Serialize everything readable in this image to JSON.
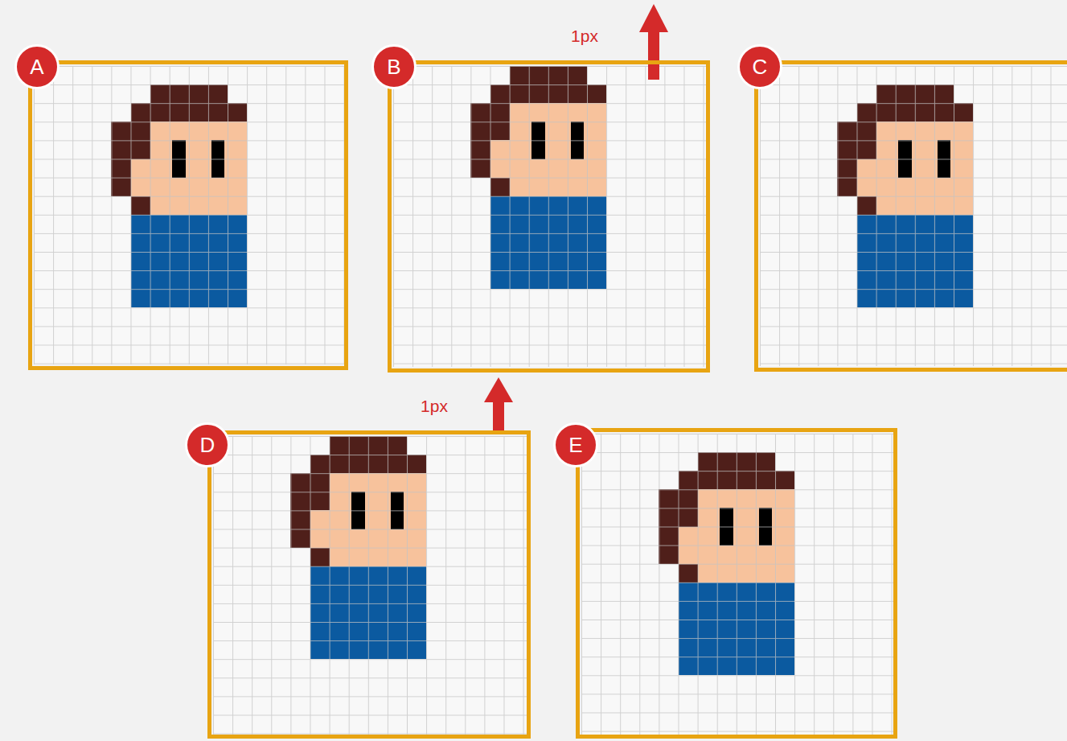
{
  "diagram": {
    "nodes": [
      {
        "text": [
          "A"
        ]
      },
      {
        "text": [
          "B"
        ]
      },
      {
        "text": [
          "C"
        ]
      },
      {
        "text": [
          "D"
        ]
      },
      {
        "text": [
          "E"
        ]
      }
    ],
    "edges": [
      {
        "from": 3,
        "to": 1,
        "arrow": "to",
        "label": "1px"
      }
    ],
    "labels": [
      "1px"
    ]
  }
}
